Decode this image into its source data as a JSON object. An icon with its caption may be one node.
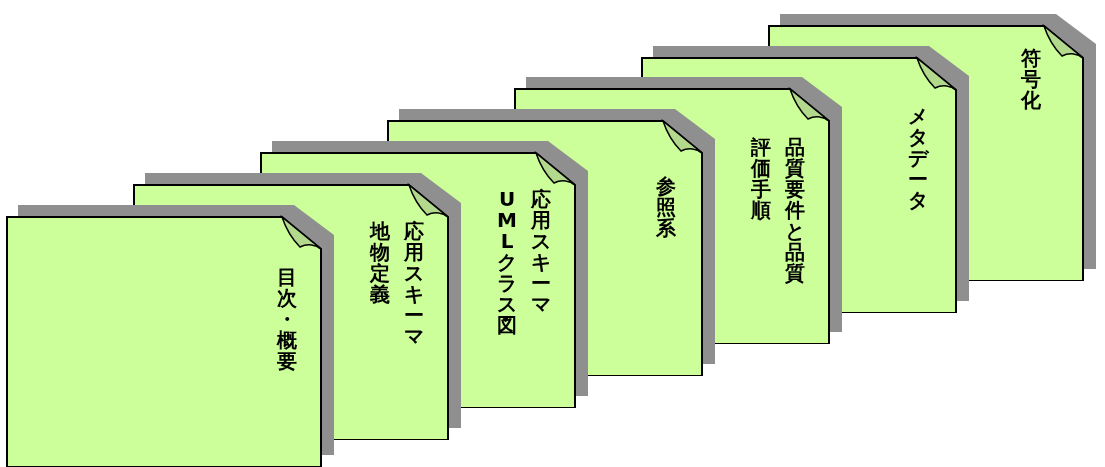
{
  "diagram": {
    "nodes": [
      {
        "text": [
          "目次・概要"
        ]
      },
      {
        "text": [
          "応用スキーマ地物定義"
        ]
      },
      {
        "text": [
          "応用スキーマUMLクラス図"
        ]
      },
      {
        "text": [
          "参照系"
        ]
      },
      {
        "text": [
          "品質要件と品質評価手順"
        ]
      },
      {
        "text": [
          "メタデータ"
        ]
      },
      {
        "text": [
          "符号化"
        ]
      }
    ]
  }
}
